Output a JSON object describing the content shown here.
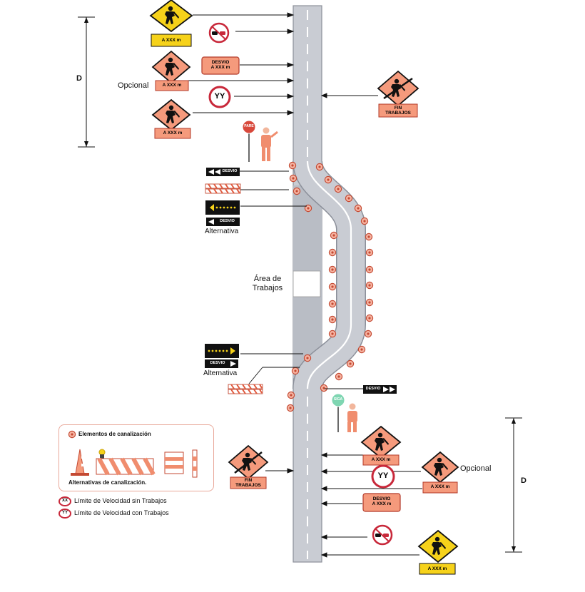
{
  "colors": {
    "road": "#c9ccd3",
    "road_edge": "#8c909a",
    "work_orange": "#f59a7c",
    "work_border": "#b23a2a",
    "yellow": "#f6d21a",
    "cone_red": "#d9573f",
    "black": "#111111",
    "prohibition_red": "#c8283a"
  },
  "labels": {
    "distance_left": "D",
    "distance_right": "D",
    "opcional_left": "Opcional",
    "opcional_right": "Opcional",
    "area_line1": "Área de",
    "area_line2": "Trabajos",
    "alternativa_1": "Alternativa",
    "alternativa_2": "Alternativa"
  },
  "plates": {
    "axxx_1": "A XXX m",
    "axxx_2": "A XXX m",
    "axxx_3": "A XXX m",
    "axxx_4": "A XXX m",
    "axxx_5": "A XXX m",
    "axxx_6": "A XXX m",
    "desvio_axxx_1_l1": "DESVIO",
    "desvio_axxx_1_l2": "A XXX m",
    "desvio_axxx_2_l1": "DESVIO",
    "desvio_axxx_2_l2": "A XXX m",
    "fin_1_l1": "FIN",
    "fin_1_l2": "TRABAJOS",
    "fin_2_l1": "FIN",
    "fin_2_l2": "TRABAJOS",
    "desvio_arrow_1": "DESVIO",
    "desvio_arrow_2": "DESVIO",
    "desvio_arrow_3": "DESVIO",
    "desvio_arrow_4": "DESVIO",
    "speed_yy_1": "YY",
    "speed_yy_2": "YY",
    "pare": "PARE",
    "siga": "SIGA"
  },
  "legend": {
    "title": "Elementos de canalización",
    "alternatives": "Alternativas de canalización.",
    "xx_symbol": "XX",
    "xx_text": "Límite de Velocidad sin Trabajos",
    "yy_symbol": "YY",
    "yy_text": "Límite de Velocidad con Trabajos"
  }
}
